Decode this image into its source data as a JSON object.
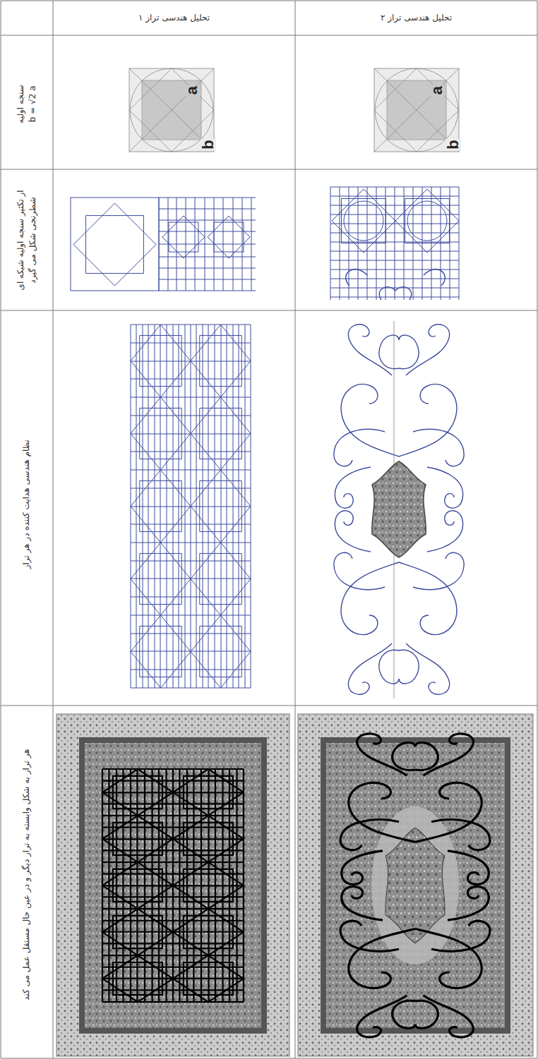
{
  "diagram": {
    "nodes": [
      {
        "text": [
          "تحلیل هندسی تراز ۱"
        ]
      },
      {
        "text": [
          "تحلیل هندسی تراز ۲"
        ]
      },
      {
        "text": [
          "سنجه اولیه",
          "b = √2 a"
        ]
      },
      {
        "text": [
          "از تکثیر سنجه اولیه شبکه ای شطرنجی شکل می گیرد"
        ]
      },
      {
        "text": [
          "نظام هندسی هدایت کننده در هر تراز"
        ]
      },
      {
        "text": [
          "هر تراز به شکل وابسته به تراز دیگر و در عین حال مستقل عمل می کند"
        ]
      }
    ],
    "labels": [
      "a",
      "b",
      "a",
      "b"
    ]
  }
}
